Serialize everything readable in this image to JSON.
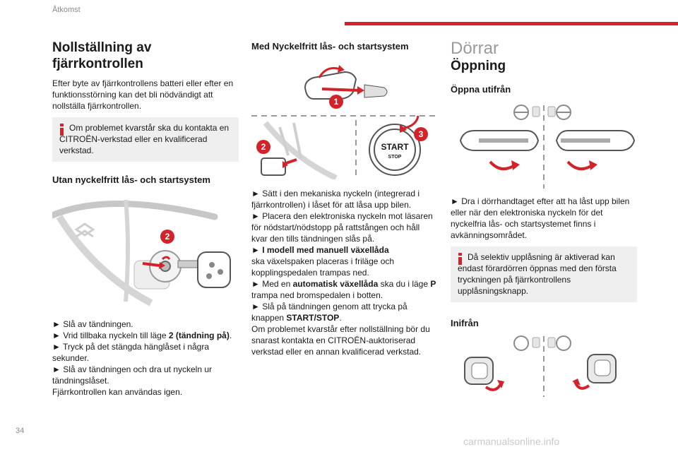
{
  "header": {
    "section": "Åtkomst",
    "page_number": "34",
    "watermark": "carmanualsonline.info",
    "accent_color": "#d2232a"
  },
  "col1": {
    "title": "Nollställning av fjärrkontrollen",
    "intro": "Efter byte av fjärrkontrollens batteri eller efter en funktionsstörning kan det bli nödvändigt att nollställa fjärrkontrollen.",
    "note": "Om problemet kvarstår ska du kontakta en CITROËN-verkstad eller en kvalificerad verkstad.",
    "subtitle": "Utan nyckelfritt lås- och startsystem",
    "fig_callout": "2",
    "steps": {
      "s1": "► Slå av tändningen.",
      "s2_pre": "► Vrid tillbaka nyckeln till läge ",
      "s2_bold": "2 (tändning på)",
      "s2_post": ".",
      "s3": "► Tryck på det stängda hänglåset i några sekunder.",
      "s4": "► Slå av tändningen och dra ut nyckeln ur tändningslåset.",
      "s5": "Fjärrkontrollen kan användas igen."
    }
  },
  "col2": {
    "subtitle": "Med Nyckelfritt lås- och startsystem",
    "fig": {
      "c1": "1",
      "c2": "2",
      "c3": "3",
      "button_line1": "START",
      "button_line2": "STOP"
    },
    "steps": {
      "s1": "► Sätt i den mekaniska nyckeln (integrerad i fjärrkontrollen) i låset för att låsa upp bilen.",
      "s2": "► Placera den elektroniska nyckeln mot läsaren för nödstart/nödstopp på rattstången och håll kvar den tills tändningen slås på.",
      "s3_bold": "► I modell med manuell växellåda",
      "s3_rest": "ska växelspaken placeras i friläge och kopplingspedalen trampas ned.",
      "s4_pre": "► Med en ",
      "s4_bold": "automatisk växellåda",
      "s4_mid": " ska du i läge ",
      "s4_bold2": "P",
      "s4_post": " trampa ned bromspedalen i botten.",
      "s5_pre": "► Slå på tändningen genom att trycka på knappen ",
      "s5_bold": "START/STOP",
      "s5_post": ".",
      "s6": "Om problemet kvarstår efter nollställning bör du snarast kontakta en CITROËN-auktoriserad verkstad eller en annan kvalificerad verkstad."
    }
  },
  "col3": {
    "title": "Dörrar",
    "subtitle": "Öppning",
    "sub1": "Öppna utifrån",
    "step1": "► Dra i dörrhandtaget efter att ha låst upp bilen eller när den elektroniska nyckeln för det nyckelfria lås- och startsystemet finns i avkänningsområdet.",
    "note": "Då selektiv upplåsning är aktiverad kan endast förardörren öppnas med den första tryckningen på fjärrkontrollens upplåsningsknapp.",
    "sub2": "Inifrån"
  }
}
